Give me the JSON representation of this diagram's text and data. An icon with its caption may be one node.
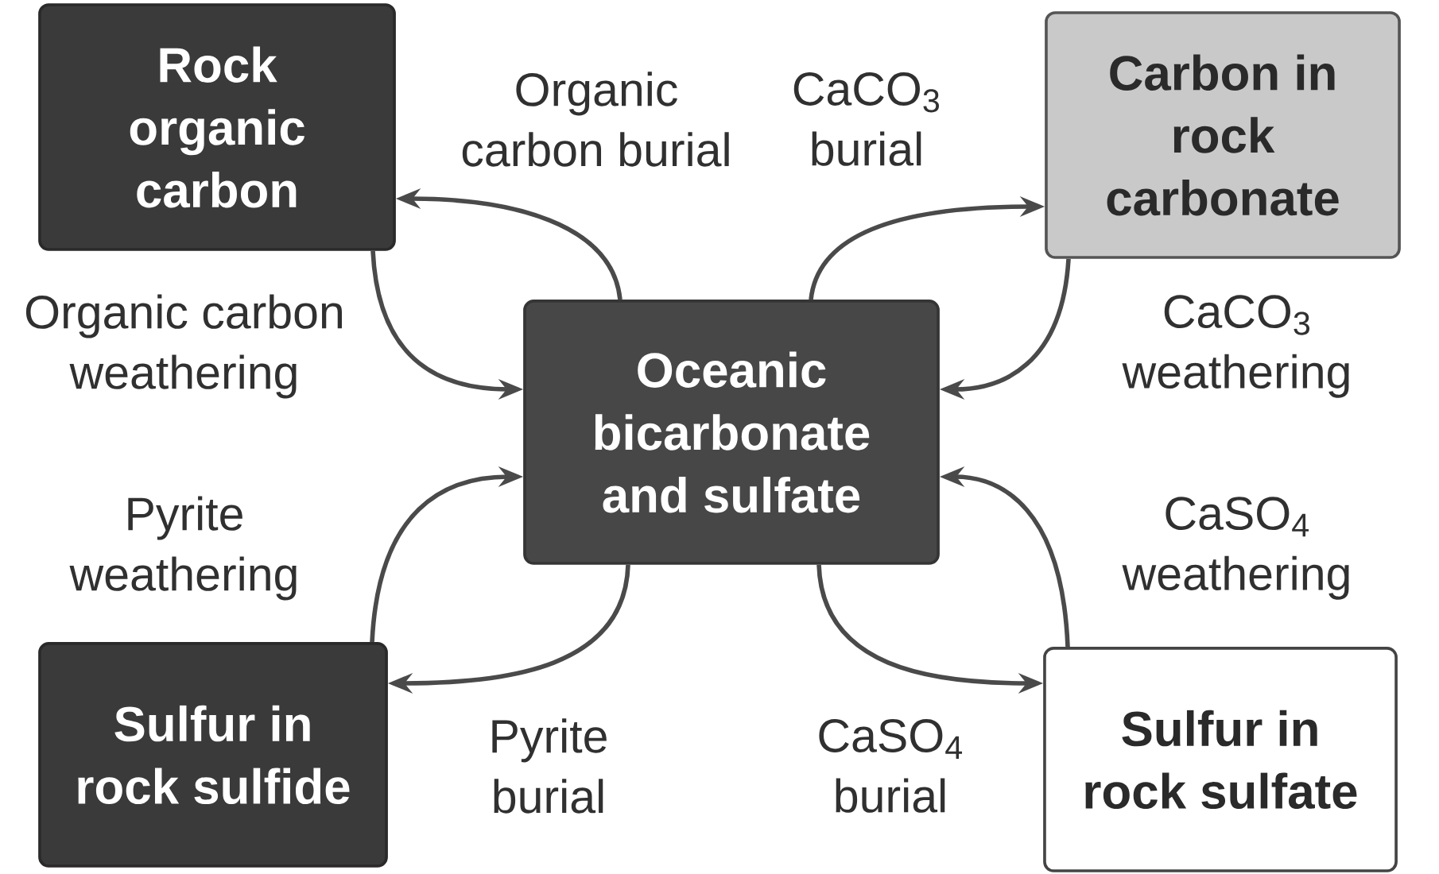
{
  "diagram": {
    "nodes": [
      {
        "text": [
          "Rock organic carbon"
        ]
      },
      {
        "text": [
          "Carbon in rock carbonate"
        ]
      },
      {
        "text": [
          "Oceanic bicarbonate and sulfate"
        ]
      },
      {
        "text": [
          "Sulfur in rock sulfide"
        ]
      },
      {
        "text": [
          "Sulfur in rock sulfate"
        ]
      }
    ],
    "edges": [
      {
        "from": 2,
        "to": 0,
        "arrow": "to",
        "label": "Organic carbon burial"
      },
      {
        "from": 2,
        "to": 1,
        "arrow": "to",
        "label": "CaCO$_{3}$ burial"
      },
      {
        "from": 0,
        "to": 2,
        "arrow": "to",
        "label": "Organic carbon weathering"
      },
      {
        "from": 1,
        "to": 2,
        "arrow": "to",
        "label": "CaCO$_{3}$ weathering"
      },
      {
        "from": 3,
        "to": 2,
        "arrow": "to",
        "label": "Pyrite weathering"
      },
      {
        "from": 4,
        "to": 2,
        "arrow": "to",
        "label": "CaSO$_{4}$ weathering"
      },
      {
        "from": 2,
        "to": 3,
        "arrow": "to",
        "label": "Pyrite burial"
      },
      {
        "from": 2,
        "to": 4,
        "arrow": "to",
        "label": "CaSO$_{4}$ burial"
      }
    ]
  }
}
